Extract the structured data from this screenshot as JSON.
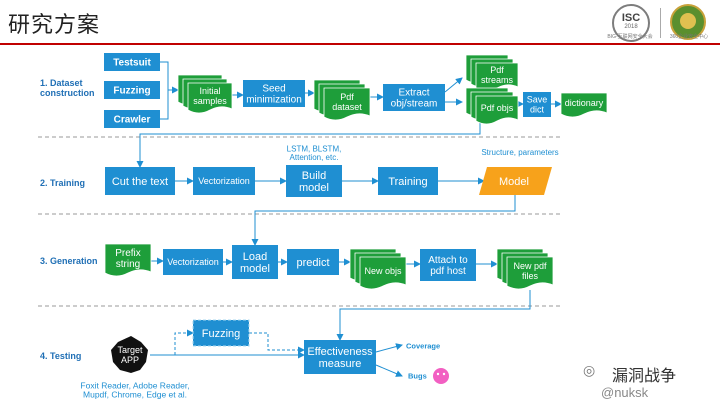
{
  "header": {
    "title": "研究方案",
    "logo_isc_text": "ISC",
    "logo_isc_year": "2018",
    "logo_isc_caption": "BIG·互联网安全大会",
    "logo_360_caption": "360企业安全中心"
  },
  "sections": {
    "dataset": "1. Dataset\nconstruction",
    "training": "2. Training",
    "generation": "3. Generation",
    "testing": "4. Testing"
  },
  "dataset": {
    "testsuit": "Testsuit",
    "fuzzing": "Fuzzing",
    "crawler": "Crawler",
    "initial_samples": "Initial\nsamples",
    "seed_min": "Seed\nminimization",
    "pdf_dataset": "Pdf\ndataset",
    "extract": "Extract\nobj/stream",
    "pdf_streams": "Pdf\nstreams",
    "pdf_objs": "Pdf objs",
    "save_dict": "Save\ndict",
    "dictionary": "dictionary"
  },
  "training": {
    "cut_text": "Cut the text",
    "vectorization": "Vectorization",
    "build_model": "Build\nmodel",
    "build_note": "LSTM, BLSTM,\nAttention, etc.",
    "training": "Training",
    "model": "Model",
    "model_note": "Structure, parameters"
  },
  "generation": {
    "prefix": "Prefix\nstring",
    "vectorization": "Vectorization",
    "load_model": "Load\nmodel",
    "predict": "predict",
    "new_objs": "New objs",
    "attach": "Attach to\npdf host",
    "new_files": "New pdf\nfiles"
  },
  "testing": {
    "target": "Target\nAPP",
    "fuzzing": "Fuzzing",
    "effectiveness": "Effectiveness\nmeasure",
    "coverage": "Coverage",
    "bugs": "Bugs",
    "targets_list": "Foxit Reader, Adobe Reader,\nMupdf, Chrome, Edge et al."
  },
  "watermark": {
    "icon": "wechat-icon",
    "text": "漏洞战争",
    "weibo": "@nuksk"
  },
  "colors": {
    "blue": "#1f8fd2",
    "green": "#1e9e3a",
    "orange": "#f7a21b",
    "section_label": "#1f6fb5",
    "divider": "#999999",
    "header_rule": "#c00000"
  }
}
